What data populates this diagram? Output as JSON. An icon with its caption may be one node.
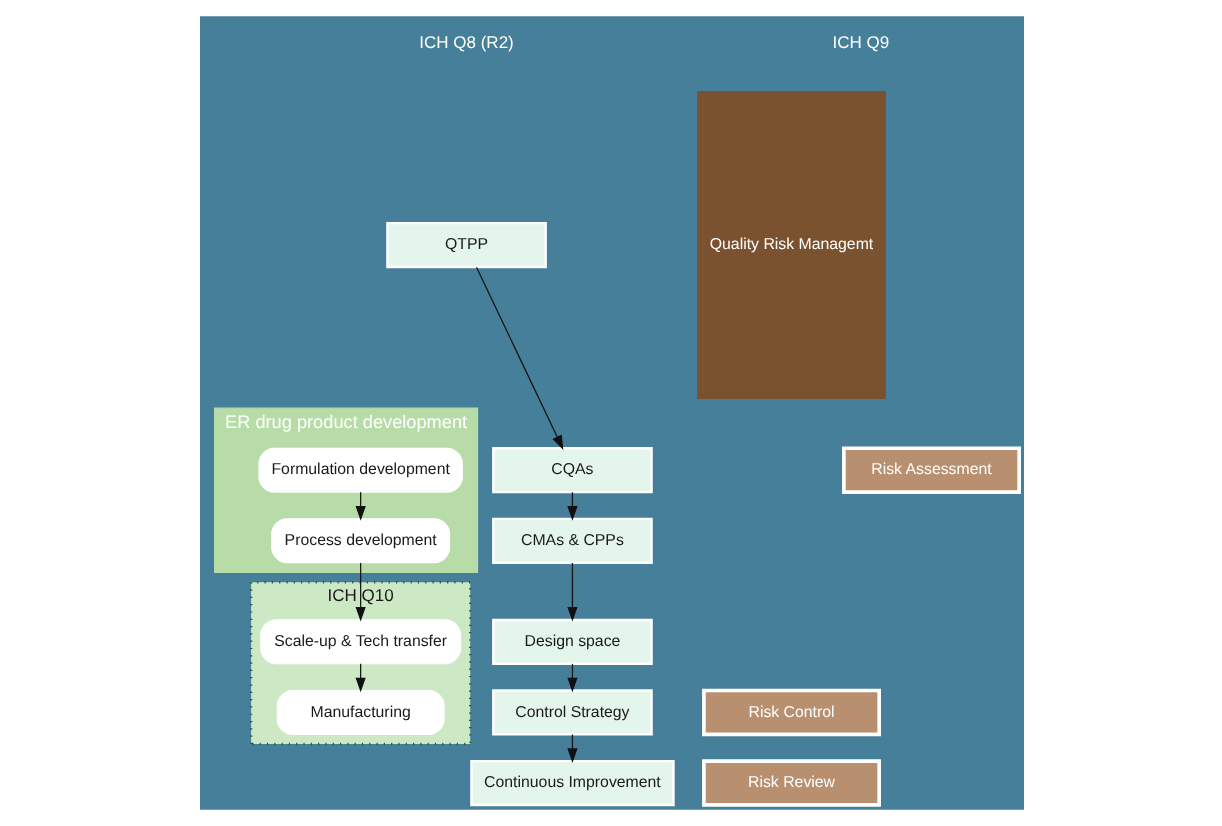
{
  "diagram": {
    "nodes": [
      {
        "text": [
          "QTPP"
        ]
      },
      {
        "text": [
          "CQAs"
        ]
      },
      {
        "text": [
          "CMAs & CPPs"
        ]
      },
      {
        "text": [
          "Design space"
        ]
      },
      {
        "text": [
          "Control Strategy"
        ]
      },
      {
        "text": [
          "Continuous Improvement"
        ]
      },
      {
        "text": [
          "ER drug product development"
        ]
      },
      {
        "text": [
          "Formulation development"
        ],
        "in": 6
      },
      {
        "text": [
          "Process development"
        ],
        "in": 6
      },
      {
        "text": [
          "ICH Q10"
        ]
      },
      {
        "text": [
          "Scale-up & Tech transfer"
        ],
        "in": 9
      },
      {
        "text": [
          "Manufacturing"
        ],
        "in": 9
      },
      {
        "text": [
          "Quality Risk Managemt"
        ]
      },
      {
        "text": [
          "Risk Assessment"
        ]
      },
      {
        "text": [
          "Risk Control"
        ]
      },
      {
        "text": [
          "Risk Review"
        ]
      }
    ],
    "edges": [
      {
        "from": 0,
        "to": 1,
        "arrow": "to"
      },
      {
        "from": 1,
        "to": 2,
        "arrow": "to"
      },
      {
        "from": 2,
        "to": 3,
        "arrow": "to"
      },
      {
        "from": 3,
        "to": 4,
        "arrow": "to"
      },
      {
        "from": 4,
        "to": 5,
        "arrow": "to"
      },
      {
        "from": 7,
        "to": 8,
        "arrow": "to"
      },
      {
        "from": 8,
        "to": 10,
        "arrow": "to"
      },
      {
        "from": 10,
        "to": 11,
        "arrow": "to"
      }
    ],
    "labels": [
      "ICH Q8 (R2)",
      "ICH Q9"
    ]
  }
}
